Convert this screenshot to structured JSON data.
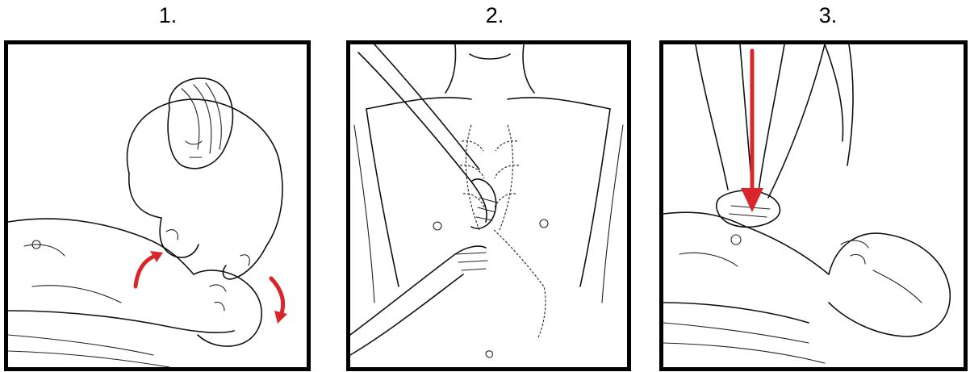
{
  "steps": [
    {
      "number": "1.",
      "illustration": "head-tilt-rescue-breath",
      "arrows": [
        "curved-up-arrow",
        "curved-down-arrow"
      ]
    },
    {
      "number": "2.",
      "illustration": "hand-placement-on-sternum",
      "arrows": []
    },
    {
      "number": "3.",
      "illustration": "chest-compression",
      "arrows": [
        "straight-down-arrow"
      ]
    }
  ],
  "colors": {
    "arrow": "#d9262c",
    "ink": "#111111",
    "frame": "#000000",
    "background": "#ffffff"
  }
}
